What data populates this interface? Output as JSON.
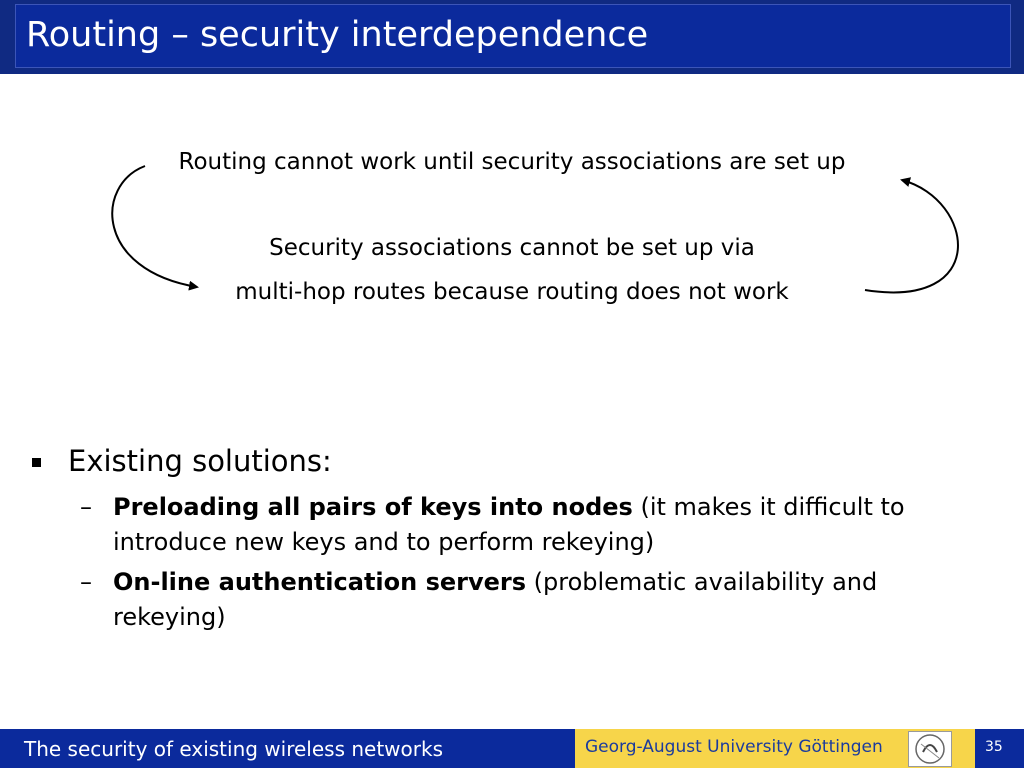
{
  "title": "Routing – security interdependence",
  "diagram": {
    "line1": "Routing cannot work until security associations are set up",
    "line2": "Security associations cannot be set up via",
    "line3": "multi-hop routes because routing does not work"
  },
  "bullets": {
    "main": "Existing solutions:",
    "items": [
      {
        "dash": "–",
        "bold": "Preloading all pairs of keys into nodes",
        "rest": " (it makes it difficult to introduce new keys and to perform rekeying)"
      },
      {
        "dash": "–",
        "bold": "On-line authentication servers",
        "rest": " (problematic availability and rekeying)"
      }
    ]
  },
  "footer": {
    "left": "The security of existing wireless networks",
    "university": "Georg-August University Göttingen",
    "page": "35"
  },
  "colors": {
    "title_bg": "#0b2a9c",
    "footer_bg": "#0b2a9c",
    "footer_accent": "#f7d54a"
  },
  "icons": {
    "logo": "university-seal-icon"
  }
}
